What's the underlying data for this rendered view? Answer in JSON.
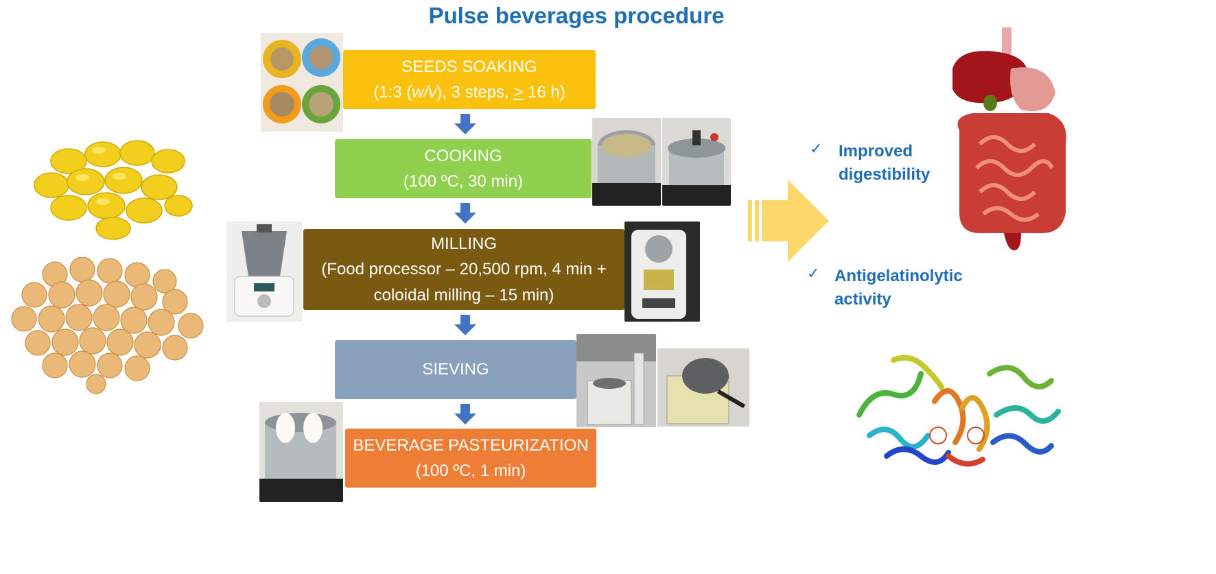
{
  "title": "Pulse beverages procedure",
  "steps": [
    {
      "label": "SEEDS SOAKING",
      "detail_pre": "(1:3 (",
      "detail_em": "w/v",
      "detail_post": "), 3 steps, ",
      "detail_u": ">",
      "detail_end": " 16 h)",
      "color": "#fcc10e"
    },
    {
      "label": "COOKING",
      "detail": "(100 ºC, 30 min)",
      "color": "#8fd04f"
    },
    {
      "label": "MILLING",
      "detail": "(Food processor – 20,500 rpm, 4 min +",
      "detail2": "coloidal milling – 15 min)",
      "color": "#7a5a10"
    },
    {
      "label": "SIEVING",
      "color": "#8aa1be"
    },
    {
      "label": "BEVERAGE PASTEURIZATION",
      "detail": "(100 ºC, 1 min)",
      "color": "#ee7e35"
    }
  ],
  "benefits": [
    {
      "check": "✓",
      "line1": "Improved",
      "line2": "digestibility"
    },
    {
      "check": "✓",
      "line1": "Antigelatinolytic",
      "line2": "activity"
    }
  ],
  "colors": {
    "title": "#1f6fb2",
    "arrow": "#4472c4",
    "big_arrow": "#fbd66a"
  }
}
